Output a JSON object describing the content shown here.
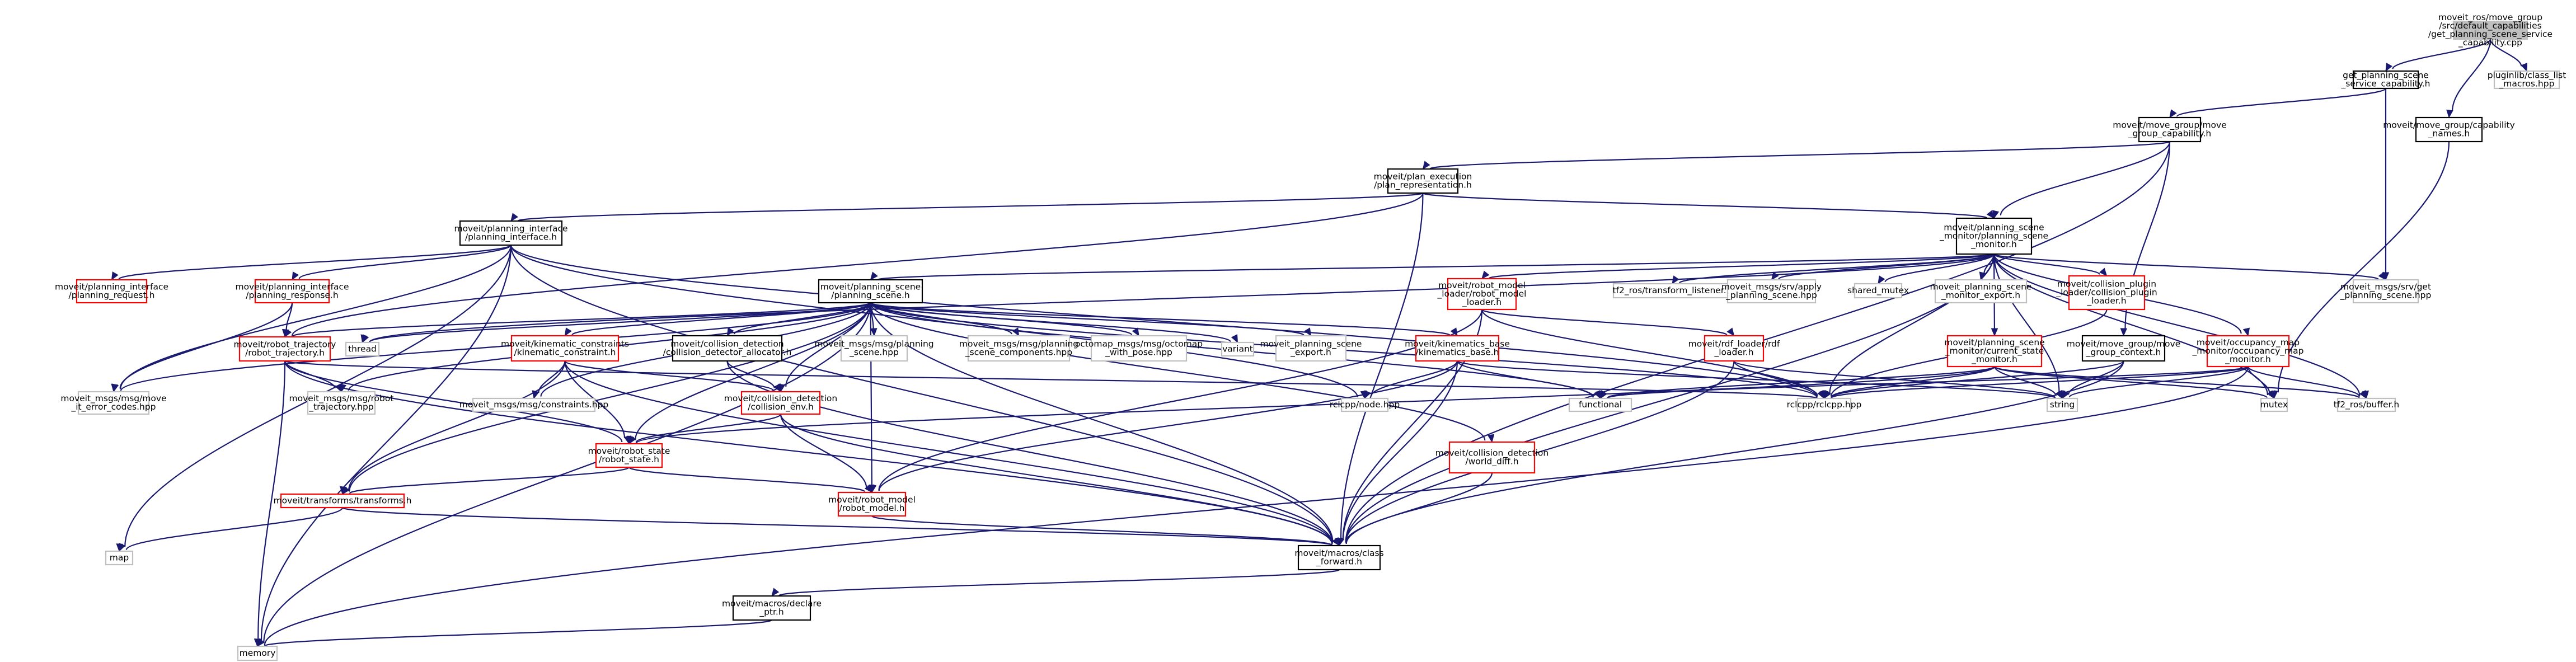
{
  "colors": {
    "edge": "#191970",
    "border_default": "#000000",
    "border_missing": "#bfbfbf",
    "border_doc": "#ff0000",
    "fill_root": "#bfbfbf",
    "fill_default": "#ffffff"
  },
  "nodes": [
    {
      "id": "root",
      "style": "root",
      "lines": [
        "moveit_ros/move_group",
        "/src/default_capabilities",
        "/get_planning_scene_service",
        "_capability.cpp"
      ]
    },
    {
      "id": "gps",
      "style": "default",
      "lines": [
        "get_planning_scene",
        "_service_capability.h"
      ]
    },
    {
      "id": "pluginlib",
      "style": "missing",
      "lines": [
        "pluginlib/class_list",
        "_macros.hpp"
      ]
    },
    {
      "id": "mgcap",
      "style": "default",
      "lines": [
        "moveit/move_group/move",
        "_group_capability.h"
      ]
    },
    {
      "id": "capnames",
      "style": "default",
      "lines": [
        "moveit/move_group/capability",
        "_names.h"
      ]
    },
    {
      "id": "planexec",
      "style": "default",
      "lines": [
        "moveit/plan_execution",
        "/plan_representation.h"
      ]
    },
    {
      "id": "pif",
      "style": "default",
      "lines": [
        "moveit/planning_interface",
        "/planning_interface.h"
      ]
    },
    {
      "id": "psm",
      "style": "default",
      "lines": [
        "moveit/planning_scene",
        "_monitor/planning_scene",
        "_monitor.h"
      ]
    },
    {
      "id": "pireq",
      "style": "doc",
      "lines": [
        "moveit/planning_interface",
        "/planning_request.h"
      ]
    },
    {
      "id": "pires",
      "style": "doc",
      "lines": [
        "moveit/planning_interface",
        "/planning_response.h"
      ]
    },
    {
      "id": "ps",
      "style": "default",
      "lines": [
        "moveit/planning_scene",
        "/planning_scene.h"
      ]
    },
    {
      "id": "rml",
      "style": "doc",
      "lines": [
        "moveit/robot_model",
        "_loader/robot_model",
        "_loader.h"
      ]
    },
    {
      "id": "tf2l",
      "style": "missing",
      "lines": [
        "tf2_ros/transform_listener.h"
      ]
    },
    {
      "id": "applyps",
      "style": "missing",
      "lines": [
        "moveit_msgs/srv/apply",
        "_planning_scene.hpp"
      ]
    },
    {
      "id": "shmutex",
      "style": "missing",
      "lines": [
        "shared_mutex"
      ]
    },
    {
      "id": "psmexp",
      "style": "missing",
      "lines": [
        "moveit_planning_scene",
        "_monitor_export.h"
      ]
    },
    {
      "id": "cpl",
      "style": "doc",
      "lines": [
        "moveit/collision_plugin",
        "_loader/collision_plugin",
        "_loader.h"
      ]
    },
    {
      "id": "csm",
      "style": "doc",
      "lines": [
        "moveit/planning_scene",
        "_monitor/current_state",
        "_monitor.h"
      ]
    },
    {
      "id": "mgctx",
      "style": "default",
      "lines": [
        "moveit/move_group/move",
        "_group_context.h"
      ]
    },
    {
      "id": "occ",
      "style": "doc",
      "lines": [
        "moveit/occupancy_map",
        "_monitor/occupancy_map",
        "_monitor.h"
      ]
    },
    {
      "id": "getps",
      "style": "missing",
      "lines": [
        "moveit_msgs/srv/get",
        "_planning_scene.hpp"
      ]
    },
    {
      "id": "rtraj",
      "style": "doc",
      "lines": [
        "moveit/robot_trajectory",
        "/robot_trajectory.h"
      ]
    },
    {
      "id": "thread",
      "style": "missing",
      "lines": [
        "thread"
      ]
    },
    {
      "id": "kinc",
      "style": "doc",
      "lines": [
        "moveit/kinematic_constraints",
        "/kinematic_constraint.h"
      ]
    },
    {
      "id": "cda",
      "style": "default",
      "lines": [
        "moveit/collision_detection",
        "/collision_detector_allocator.h"
      ]
    },
    {
      "id": "psmsg",
      "style": "missing",
      "lines": [
        "moveit_msgs/msg/planning",
        "_scene.hpp"
      ]
    },
    {
      "id": "pscomp",
      "style": "missing",
      "lines": [
        "moveit_msgs/msg/planning",
        "_scene_components.hpp"
      ]
    },
    {
      "id": "octo",
      "style": "missing",
      "lines": [
        "octomap_msgs/msg/octomap",
        "_with_pose.hpp"
      ]
    },
    {
      "id": "variant",
      "style": "missing",
      "lines": [
        "variant"
      ]
    },
    {
      "id": "psexp",
      "style": "missing",
      "lines": [
        "moveit_planning_scene",
        "_export.h"
      ]
    },
    {
      "id": "kb",
      "style": "doc",
      "lines": [
        "moveit/kinematics_base",
        "/kinematics_base.h"
      ]
    },
    {
      "id": "rdf",
      "style": "doc",
      "lines": [
        "moveit/rdf_loader/rdf",
        "_loader.h"
      ]
    },
    {
      "id": "functional",
      "style": "missing",
      "lines": [
        "functional"
      ]
    },
    {
      "id": "string",
      "style": "missing",
      "lines": [
        "string"
      ]
    },
    {
      "id": "mutex",
      "style": "missing",
      "lines": [
        "mutex"
      ]
    },
    {
      "id": "tf2buf",
      "style": "missing",
      "lines": [
        "tf2_ros/buffer.h"
      ]
    },
    {
      "id": "errcodes",
      "style": "missing",
      "lines": [
        "moveit_msgs/msg/move",
        "_it_error_codes.hpp"
      ]
    },
    {
      "id": "rtmsg",
      "style": "missing",
      "lines": [
        "moveit_msgs/msg/robot",
        "_trajectory.hpp"
      ]
    },
    {
      "id": "cons",
      "style": "missing",
      "lines": [
        "moveit_msgs/msg/constraints.hpp"
      ]
    },
    {
      "id": "cenv",
      "style": "doc",
      "lines": [
        "moveit/collision_detection",
        "/collision_env.h"
      ]
    },
    {
      "id": "rclnode",
      "style": "missing",
      "lines": [
        "rclcpp/node.hpp"
      ]
    },
    {
      "id": "rclcpp",
      "style": "missing",
      "lines": [
        "rclcpp/rclcpp.hpp"
      ]
    },
    {
      "id": "rstate",
      "style": "doc",
      "lines": [
        "moveit/robot_state",
        "/robot_state.h"
      ]
    },
    {
      "id": "wdiff",
      "style": "doc",
      "lines": [
        "moveit/collision_detection",
        "/world_diff.h"
      ]
    },
    {
      "id": "tfs",
      "style": "doc",
      "lines": [
        "moveit/transforms/transforms.h"
      ]
    },
    {
      "id": "rmodel",
      "style": "doc",
      "lines": [
        "moveit/robot_model",
        "/robot_model.h"
      ]
    },
    {
      "id": "map",
      "style": "missing",
      "lines": [
        "map"
      ]
    },
    {
      "id": "cfwd",
      "style": "default",
      "lines": [
        "moveit/macros/class",
        "_forward.h"
      ]
    },
    {
      "id": "dptr",
      "style": "default",
      "lines": [
        "moveit/macros/declare",
        "_ptr.h"
      ]
    },
    {
      "id": "memory",
      "style": "missing",
      "lines": [
        "memory"
      ]
    }
  ],
  "edges": [
    [
      "root",
      "gps"
    ],
    [
      "root",
      "capnames"
    ],
    [
      "root",
      "pluginlib"
    ],
    [
      "gps",
      "mgcap"
    ],
    [
      "gps",
      "getps"
    ],
    [
      "capnames",
      "mutex"
    ],
    [
      "mgcap",
      "planexec"
    ],
    [
      "mgcap",
      "psm"
    ],
    [
      "mgcap",
      "mgctx"
    ],
    [
      "mgcap",
      "cfwd"
    ],
    [
      "planexec",
      "pif"
    ],
    [
      "planexec",
      "psm"
    ],
    [
      "planexec",
      "rtraj"
    ],
    [
      "planexec",
      "cfwd"
    ],
    [
      "pif",
      "pireq"
    ],
    [
      "pif",
      "pires"
    ],
    [
      "pif",
      "errcodes"
    ],
    [
      "pif",
      "rclnode"
    ],
    [
      "pif",
      "rclcpp"
    ],
    [
      "pif",
      "map"
    ],
    [
      "pif",
      "cfwd"
    ],
    [
      "pif",
      "memory"
    ],
    [
      "psm",
      "ps"
    ],
    [
      "psm",
      "rml"
    ],
    [
      "psm",
      "tf2l"
    ],
    [
      "psm",
      "applyps"
    ],
    [
      "psm",
      "shmutex"
    ],
    [
      "psm",
      "psmexp"
    ],
    [
      "psm",
      "cpl"
    ],
    [
      "psm",
      "csm"
    ],
    [
      "psm",
      "occ"
    ],
    [
      "psm",
      "getps"
    ],
    [
      "psm",
      "rclcpp"
    ],
    [
      "psm",
      "thread"
    ],
    [
      "psm",
      "mutex"
    ],
    [
      "psm",
      "tf2buf"
    ],
    [
      "psm",
      "string"
    ],
    [
      "psm",
      "cfwd"
    ],
    [
      "mgctx",
      "cfwd"
    ],
    [
      "mgctx",
      "string"
    ],
    [
      "mgctx",
      "rclcpp"
    ],
    [
      "occ",
      "string"
    ],
    [
      "occ",
      "tf2buf"
    ],
    [
      "occ",
      "functional"
    ],
    [
      "occ",
      "rclcpp"
    ],
    [
      "occ",
      "mutex"
    ],
    [
      "occ",
      "memory"
    ],
    [
      "csm",
      "rstate"
    ],
    [
      "csm",
      "tf2buf"
    ],
    [
      "csm",
      "rclcpp"
    ],
    [
      "csm",
      "functional"
    ],
    [
      "csm",
      "string"
    ],
    [
      "csm",
      "mutex"
    ],
    [
      "cpl",
      "rclcpp"
    ],
    [
      "rml",
      "rdf"
    ],
    [
      "rml",
      "rclcpp"
    ],
    [
      "rml",
      "cfwd"
    ],
    [
      "rml",
      "rmodel"
    ],
    [
      "rdf",
      "rclcpp"
    ],
    [
      "rdf",
      "cfwd"
    ],
    [
      "rdf",
      "string"
    ],
    [
      "pires",
      "rtraj"
    ],
    [
      "pires",
      "errcodes"
    ],
    [
      "ps",
      "rtraj"
    ],
    [
      "ps",
      "thread"
    ],
    [
      "ps",
      "kinc"
    ],
    [
      "ps",
      "cda"
    ],
    [
      "ps",
      "psmsg"
    ],
    [
      "ps",
      "pscomp"
    ],
    [
      "ps",
      "octo"
    ],
    [
      "ps",
      "variant"
    ],
    [
      "ps",
      "psexp"
    ],
    [
      "ps",
      "kb"
    ],
    [
      "ps",
      "functional"
    ],
    [
      "ps",
      "cons"
    ],
    [
      "ps",
      "rtmsg"
    ],
    [
      "ps",
      "cenv"
    ],
    [
      "ps",
      "rstate"
    ],
    [
      "ps",
      "wdiff"
    ],
    [
      "ps",
      "tfs"
    ],
    [
      "ps",
      "rmodel"
    ],
    [
      "ps",
      "cfwd"
    ],
    [
      "ps",
      "memory"
    ],
    [
      "ps",
      "rclcpp"
    ],
    [
      "ps",
      "errcodes"
    ],
    [
      "rtraj",
      "rstate"
    ],
    [
      "rtraj",
      "rtmsg"
    ],
    [
      "rtraj",
      "memory"
    ],
    [
      "rtraj",
      "cfwd"
    ],
    [
      "rtraj",
      "rclcpp"
    ],
    [
      "kinc",
      "cons"
    ],
    [
      "kinc",
      "rstate"
    ],
    [
      "kinc",
      "cenv"
    ],
    [
      "kinc",
      "tfs"
    ],
    [
      "kinc",
      "cfwd"
    ],
    [
      "cda",
      "cenv"
    ],
    [
      "cda",
      "cfwd"
    ],
    [
      "cenv",
      "rstate"
    ],
    [
      "cenv",
      "rmodel"
    ],
    [
      "cenv",
      "cfwd"
    ],
    [
      "kb",
      "rclnode"
    ],
    [
      "kb",
      "functional"
    ],
    [
      "kb",
      "string"
    ],
    [
      "kb",
      "cfwd"
    ],
    [
      "kb",
      "rmodel"
    ],
    [
      "rstate",
      "rmodel"
    ],
    [
      "rstate",
      "tfs"
    ],
    [
      "wdiff",
      "cfwd"
    ],
    [
      "tfs",
      "cfwd"
    ],
    [
      "tfs",
      "map"
    ],
    [
      "rmodel",
      "cfwd"
    ],
    [
      "cfwd",
      "dptr"
    ],
    [
      "dptr",
      "memory"
    ]
  ]
}
